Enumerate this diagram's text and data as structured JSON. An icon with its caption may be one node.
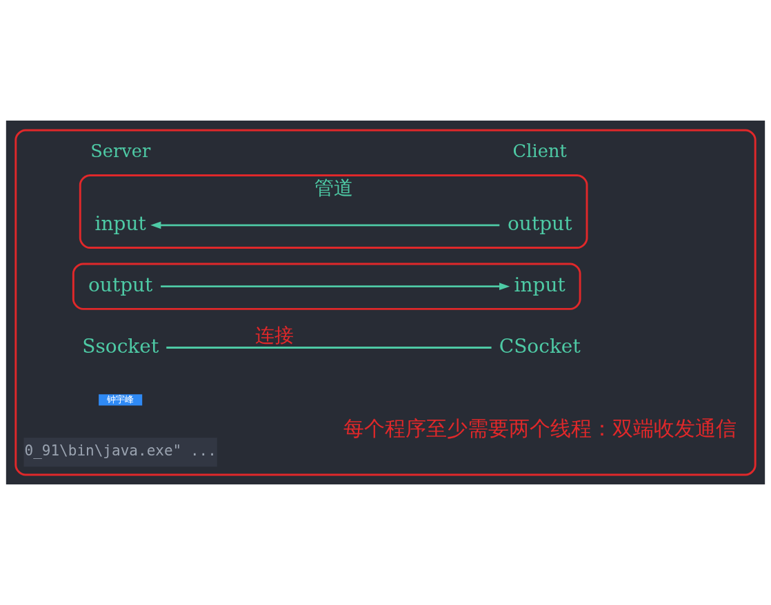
{
  "diagram": {
    "nodes": [
      {
        "text": [],
        "shape": "box"
      },
      {
        "text": [
          "管道"
        ],
        "in": 0
      },
      {
        "text": [
          "input"
        ],
        "in": 1
      },
      {
        "text": [
          "output"
        ],
        "in": 1
      },
      {
        "text": [],
        "shape": "box",
        "in": 0
      },
      {
        "text": [
          "output"
        ],
        "in": 4
      },
      {
        "text": [
          "input"
        ],
        "in": 4
      },
      {
        "text": [
          "Ssocket"
        ],
        "in": 0
      },
      {
        "text": [
          "CSocket"
        ],
        "in": 0
      }
    ],
    "edges": [
      {
        "from": 3,
        "to": 2,
        "arrow": "to"
      },
      {
        "from": 5,
        "to": 6,
        "arrow": "to"
      },
      {
        "from": 7,
        "to": 8,
        "arrow": "none",
        "label": "连接"
      }
    ],
    "labels": [
      "Server",
      "Client",
      "钟宇峰",
      "每个程序至少需要两个线程：双端收发通信",
      "0_91\\bin\\java.exe\" ..."
    ]
  }
}
